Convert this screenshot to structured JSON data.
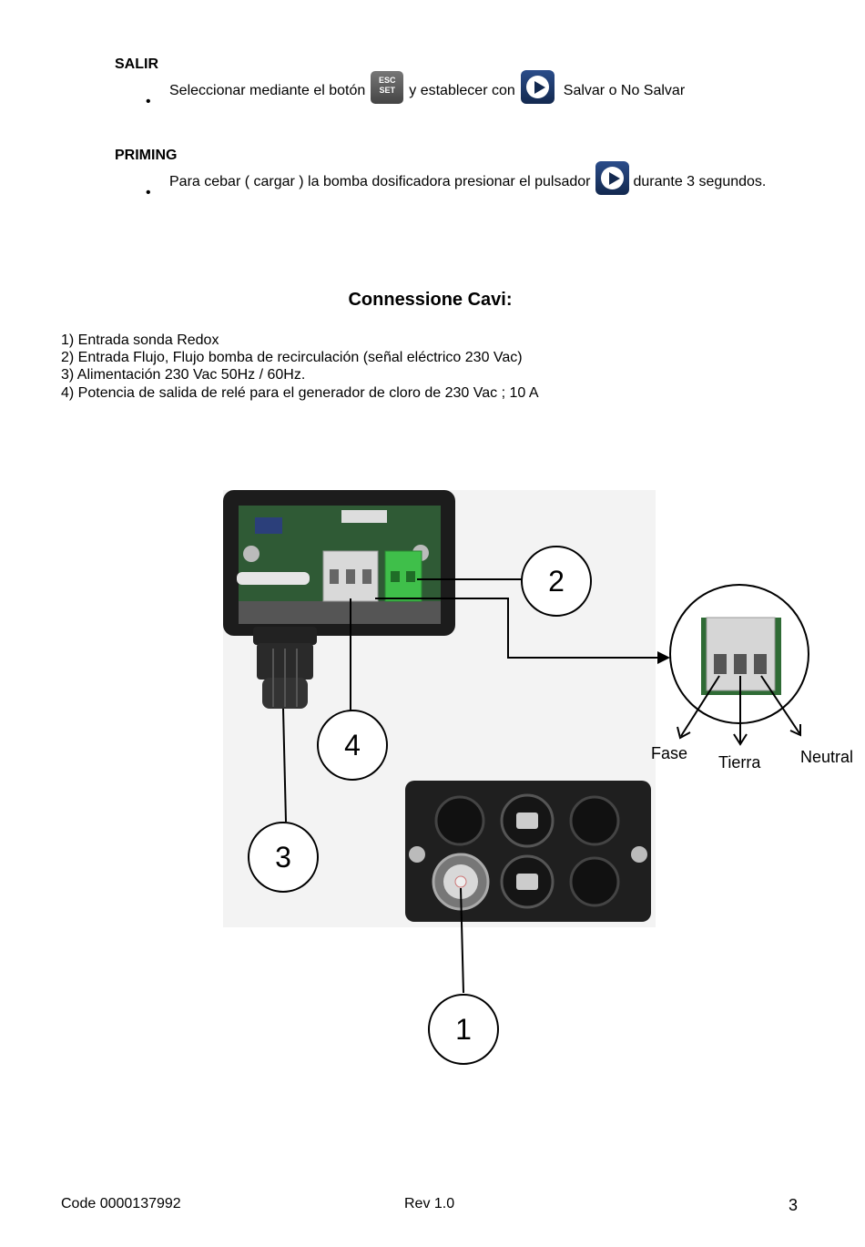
{
  "salir": {
    "title": "SALIR",
    "text_before": "Seleccionar mediante el botón",
    "esc_label_top": "ESC",
    "esc_label_bottom": "SET",
    "text_middle": "y establecer con",
    "text_after": "Salvar o No Salvar"
  },
  "priming": {
    "title": "PRIMING",
    "text_before": "Para cebar ( cargar ) la bomba dosificadora presionar el pulsador",
    "text_after": "durante 3 segundos."
  },
  "connections": {
    "heading": "Connessione Cavi:",
    "items": [
      "1)  Entrada sonda Redox",
      "2)  Entrada Flujo, Flujo bomba de recirculación (señal eléctrico  230 Vac)",
      "3)  Alimentación 230 Vac 50Hz / 60Hz.",
      "4)  Potencia de salida de relé para el generador de cloro de 230 Vac ; 10 A"
    ]
  },
  "diagram": {
    "callouts": [
      "1",
      "2",
      "3",
      "4"
    ],
    "wire_labels": [
      "Fase",
      "Tierra",
      "Neutral"
    ]
  },
  "footer": {
    "code": "Code 0000137992",
    "rev": "Rev 1.0",
    "page": "3"
  }
}
